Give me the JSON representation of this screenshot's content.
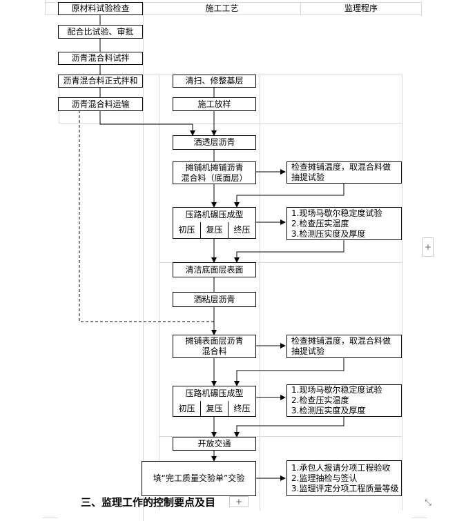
{
  "headers": {
    "col1": "原材料试验检查",
    "col2": "施工工艺",
    "col3": "监理程序"
  },
  "left_column": [
    "配合比试验、审批",
    "沥青混合料试拌",
    "沥青混合料正式拌和",
    "沥青混合料运输"
  ],
  "middle_column": {
    "clean_base": "清扫、修整基层",
    "layout": "施工放样",
    "prime_coat": "洒透层沥青",
    "pave_bottom": [
      "摊铺机摊铺沥青",
      "混合料（底面层）"
    ],
    "compact_1": {
      "title": "压路机碾压成型",
      "steps": [
        "初压",
        "复压",
        "终压"
      ]
    },
    "clean_surface": "清洁底面层表面",
    "tack_coat": "洒粘层沥青",
    "pave_top": [
      "摊铺表面层沥青",
      "混合料"
    ],
    "compact_2": {
      "title": "压路机碾压成型",
      "steps": [
        "初压",
        "复压",
        "终压"
      ]
    },
    "open_traffic": "开放交通",
    "handover": "填“完工质量交验单”交验"
  },
  "right_column": {
    "check_paving_1": [
      "检查摊铺温度，取混合料做",
      "抽提试验"
    ],
    "check_compact_1": [
      "1.现场马歇尔稳定度试验",
      "2.检查压实温度",
      "3.检测压实度及厚度"
    ],
    "check_paving_2": [
      "检查摊铺温度，取混合料做",
      "抽提试验"
    ],
    "check_compact_2": [
      "1.现场马歇尔稳定度试验",
      "2.检查压实温度",
      "3.检测压实度及厚度"
    ],
    "acceptance": [
      "1.承包人报请分项工程验收",
      "2.监理抽检与签认",
      "3.监理评定分项工程质量等级"
    ]
  },
  "section_heading": "三、监理工作的控制要点及目",
  "controls": {
    "add_right": "+",
    "add_bottom": "+",
    "expand": "⤡"
  }
}
